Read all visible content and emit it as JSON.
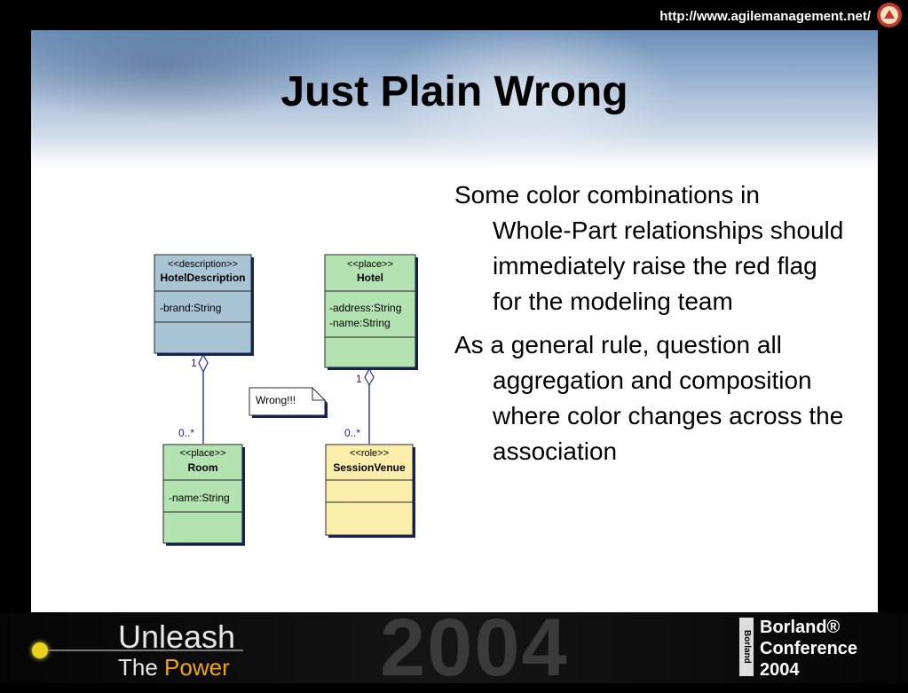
{
  "header": {
    "url": "http://www.agilemanagement.net/",
    "logo_icon": "agile-management-logo-icon"
  },
  "slide": {
    "title": "Just Plain Wrong",
    "bullets": [
      "Some color combinations in Whole-Part relationships should immediately raise the red flag for the modeling team",
      "As a general rule, question all aggregation and composition where color changes across the association"
    ]
  },
  "diagram": {
    "colors": {
      "description": "#a9c4d4",
      "place": "#b3e3b0",
      "role": "#faeeaa",
      "line": "#2030a0",
      "shadow": "#102060"
    },
    "classes": {
      "hotel_description": {
        "stereotype": "<<description>>",
        "name": "HotelDescription",
        "attrs": [
          "-brand:String"
        ]
      },
      "hotel": {
        "stereotype": "<<place>>",
        "name": "Hotel",
        "attrs": [
          "-address:String",
          "-name:String"
        ]
      },
      "room": {
        "stereotype": "<<place>>",
        "name": "Room",
        "attrs": [
          "-name:String"
        ]
      },
      "session_venue": {
        "stereotype": "<<role>>",
        "name": "SessionVenue",
        "attrs": []
      }
    },
    "associations": {
      "left": {
        "whole_multiplicity": "1",
        "part_multiplicity": "0..*"
      },
      "right": {
        "whole_multiplicity": "1",
        "part_multiplicity": "0..*"
      }
    },
    "note": "Wrong!!!"
  },
  "footer": {
    "unleash": "Unleash",
    "the": "The",
    "power": "Power",
    "year": "2004",
    "vertical_logo": "Borland",
    "brand": "Borland®",
    "conference": "Conference",
    "conference_year": "2004"
  }
}
